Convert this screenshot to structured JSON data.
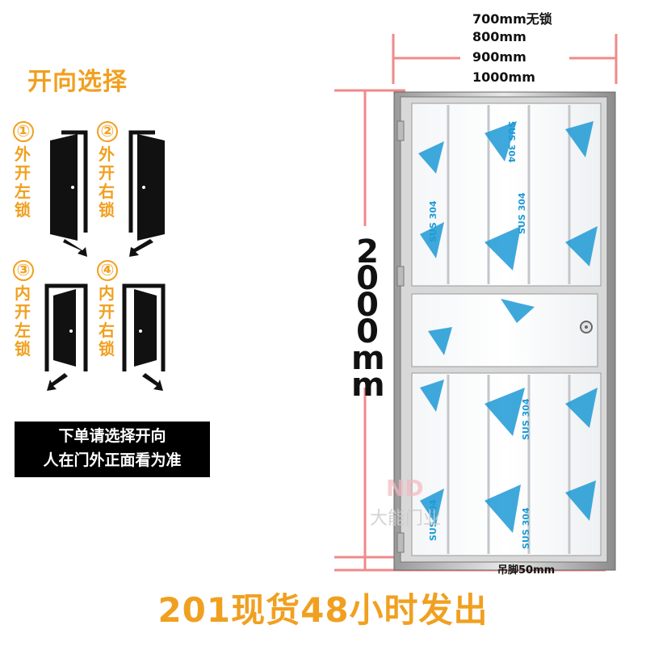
{
  "title": "开向选择",
  "options": [
    {
      "num": "①",
      "chars": [
        "外",
        "开",
        "左",
        "锁"
      ]
    },
    {
      "num": "②",
      "chars": [
        "外",
        "开",
        "右",
        "锁"
      ]
    },
    {
      "num": "③",
      "chars": [
        "内",
        "开",
        "左",
        "锁"
      ]
    },
    {
      "num": "④",
      "chars": [
        "内",
        "开",
        "右",
        "锁"
      ]
    }
  ],
  "notice": {
    "line1": "下单请选择开向",
    "line2": "人在门外正面看为准"
  },
  "widths": [
    "700mm无锁",
    "800mm",
    "900mm",
    "1000mm"
  ],
  "height": [
    "2",
    "0",
    "0",
    "0",
    "m",
    "m"
  ],
  "foot_label": "吊脚50mm",
  "film_text": "SUS 304",
  "watermark": "大能门业",
  "watermark_logo": "ND",
  "bottom_banner": "201现货48小时发出",
  "colors": {
    "accent": "#f0a020",
    "dim_line": "#f08a8a",
    "film_blue": "#1e9ad6"
  }
}
